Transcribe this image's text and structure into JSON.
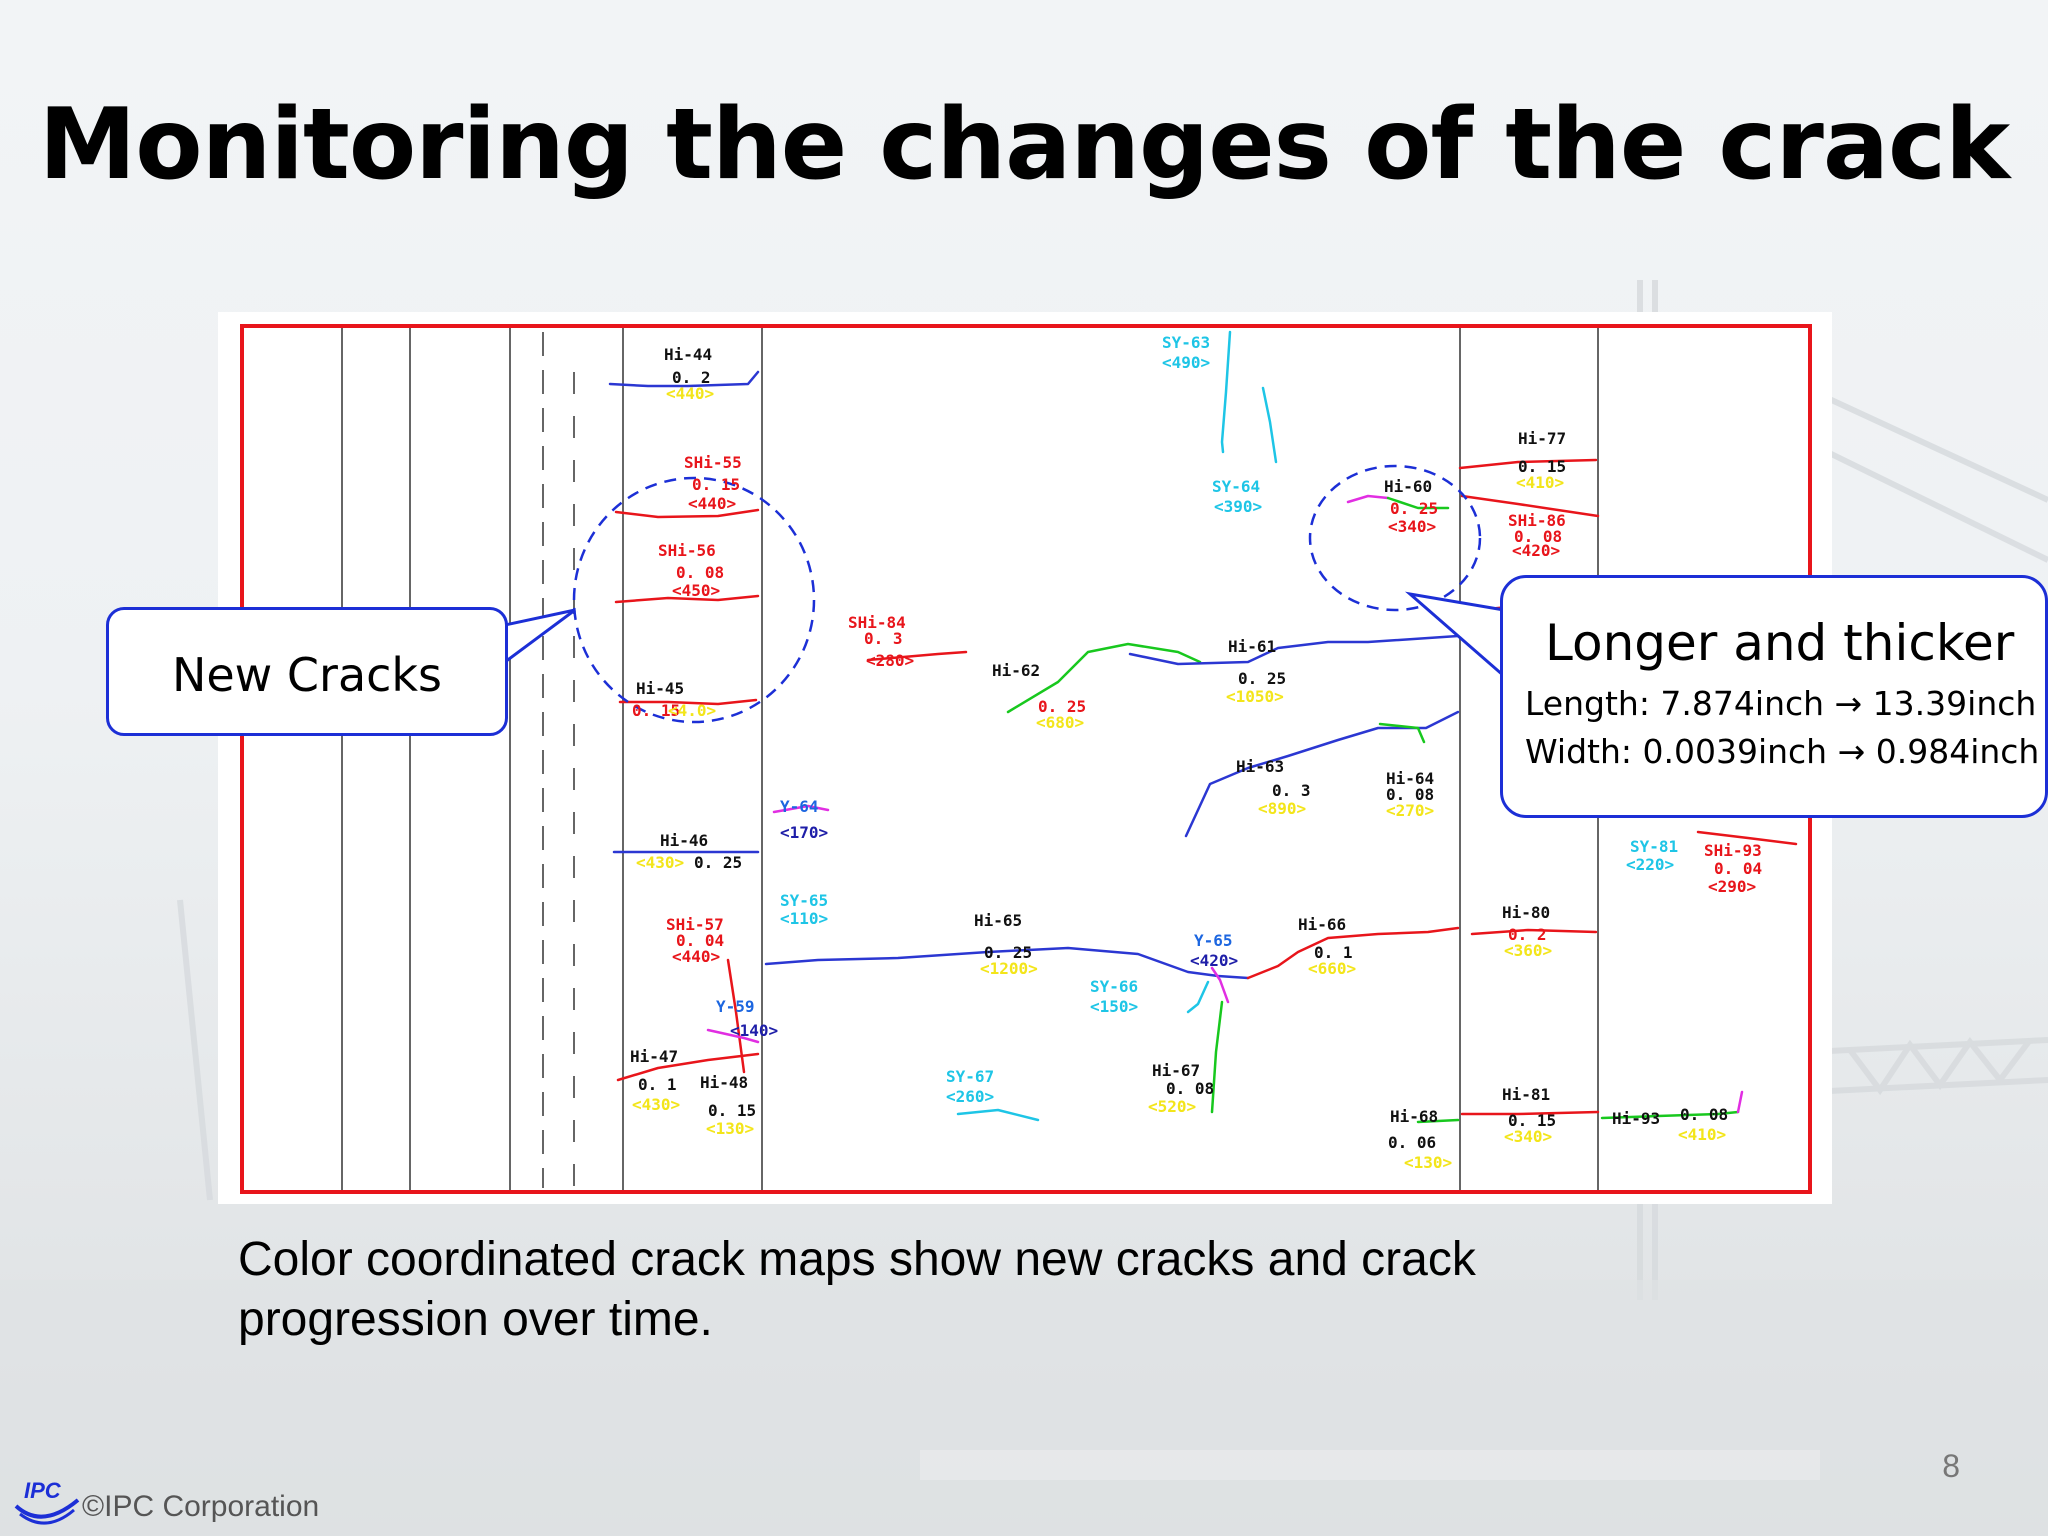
{
  "slide": {
    "title": "Monitoring the changes of the crack",
    "caption_line1": "Color coordinated crack maps show new cracks and crack",
    "caption_line2": "progression over time.",
    "page_number": "8",
    "copyright": "©IPC Corporation",
    "logo_text": "IPC"
  },
  "callouts": {
    "new_cracks": "New Cracks",
    "longer_heading": "Longer and thicker",
    "length_line": "Length: 7.874inch → 13.39inch",
    "width_line": "Width: 0.0039inch → 0.984inch"
  },
  "colors": {
    "frame": "#e8151b",
    "callout_border": "#1c2fd6",
    "crack_blue": "#2b37d2",
    "crack_red": "#e8151b",
    "crack_cyan": "#1ec5e6",
    "crack_green": "#18c81e",
    "crack_magenta": "#e12ee2",
    "label_yellow": "#f3e51a"
  },
  "crack_labels": [
    {
      "t": "Hi-44",
      "c": "k"
    },
    {
      "t": "0. 2",
      "c": "k"
    },
    {
      "t": "<440>",
      "c": "y"
    },
    {
      "t": "SHi-55",
      "c": "r"
    },
    {
      "t": "0. 15",
      "c": "r"
    },
    {
      "t": "<440>",
      "c": "r"
    },
    {
      "t": "SHi-56",
      "c": "r"
    },
    {
      "t": "0. 08",
      "c": "r"
    },
    {
      "t": "<450>",
      "c": "r"
    },
    {
      "t": "Hi-45",
      "c": "k"
    },
    {
      "t": "0. 15",
      "c": "r"
    },
    {
      "t": "<4.0>",
      "c": "y"
    },
    {
      "t": "SHi-84",
      "c": "r"
    },
    {
      "t": "0. 3",
      "c": "r"
    },
    {
      "t": "<280>",
      "c": "r"
    },
    {
      "t": "Hi-62",
      "c": "k"
    },
    {
      "t": "0. 25",
      "c": "r"
    },
    {
      "t": "<680>",
      "c": "y"
    },
    {
      "t": "SY-63",
      "c": "c"
    },
    {
      "t": "<490>",
      "c": "c"
    },
    {
      "t": "SY-64",
      "c": "c"
    },
    {
      "t": "<390>",
      "c": "c"
    },
    {
      "t": "Hi-60",
      "c": "k"
    },
    {
      "t": "0. 25",
      "c": "r"
    },
    {
      "t": "<340>",
      "c": "r"
    },
    {
      "t": "Hi-61",
      "c": "k"
    },
    {
      "t": "0. 25",
      "c": "k"
    },
    {
      "t": "<1050>",
      "c": "y"
    },
    {
      "t": "Hi-77",
      "c": "k"
    },
    {
      "t": "0. 15",
      "c": "k"
    },
    {
      "t": "<410>",
      "c": "y"
    },
    {
      "t": "SHi-86",
      "c": "r"
    },
    {
      "t": "0. 08",
      "c": "r"
    },
    {
      "t": "<420>",
      "c": "r"
    },
    {
      "t": "Hi-63",
      "c": "k"
    },
    {
      "t": "0. 3",
      "c": "k"
    },
    {
      "t": "<890>",
      "c": "y"
    },
    {
      "t": "Hi-64",
      "c": "k"
    },
    {
      "t": "0. 08",
      "c": "k"
    },
    {
      "t": "<270>",
      "c": "y"
    },
    {
      "t": "Y-64",
      "c": "b"
    },
    {
      "t": "<170>",
      "c": "bd"
    },
    {
      "t": "Hi-46",
      "c": "k"
    },
    {
      "t": "<430>",
      "c": "y"
    },
    {
      "t": "0. 25",
      "c": "k"
    },
    {
      "t": "SY-65",
      "c": "c"
    },
    {
      "t": "<110>",
      "c": "c"
    },
    {
      "t": "SHi-57",
      "c": "r"
    },
    {
      "t": "0. 04",
      "c": "r"
    },
    {
      "t": "<440>",
      "c": "r"
    },
    {
      "t": "Hi-65",
      "c": "k"
    },
    {
      "t": "0. 25",
      "c": "k"
    },
    {
      "t": "<1200>",
      "c": "y"
    },
    {
      "t": "Y-65",
      "c": "b"
    },
    {
      "t": "<420>",
      "c": "bd"
    },
    {
      "t": "SY-66",
      "c": "c"
    },
    {
      "t": "<150>",
      "c": "c"
    },
    {
      "t": "Hi-66",
      "c": "k"
    },
    {
      "t": "0. 1",
      "c": "k"
    },
    {
      "t": "<660>",
      "c": "y"
    },
    {
      "t": "Y-59",
      "c": "b"
    },
    {
      "t": "<140>",
      "c": "bd"
    },
    {
      "t": "Hi-47",
      "c": "k"
    },
    {
      "t": "0. 1",
      "c": "k"
    },
    {
      "t": "<430>",
      "c": "y"
    },
    {
      "t": "Hi-48",
      "c": "k"
    },
    {
      "t": "0. 15",
      "c": "k"
    },
    {
      "t": "<130>",
      "c": "y"
    },
    {
      "t": "SY-67",
      "c": "c"
    },
    {
      "t": "<260>",
      "c": "c"
    },
    {
      "t": "Hi-67",
      "c": "k"
    },
    {
      "t": "0. 08",
      "c": "k"
    },
    {
      "t": "<520>",
      "c": "y"
    },
    {
      "t": "Hi-68",
      "c": "k"
    },
    {
      "t": "0. 06",
      "c": "k"
    },
    {
      "t": "<130>",
      "c": "y"
    },
    {
      "t": "SY-81",
      "c": "c"
    },
    {
      "t": "<220>",
      "c": "c"
    },
    {
      "t": "SHi-93",
      "c": "r"
    },
    {
      "t": "0. 04",
      "c": "r"
    },
    {
      "t": "<290>",
      "c": "r"
    },
    {
      "t": "Hi-80",
      "c": "k"
    },
    {
      "t": "0. 2",
      "c": "r"
    },
    {
      "t": "<360>",
      "c": "y"
    },
    {
      "t": "Hi-81",
      "c": "k"
    },
    {
      "t": "0. 15",
      "c": "k"
    },
    {
      "t": "<340>",
      "c": "y"
    },
    {
      "t": "Hi-93",
      "c": "k"
    },
    {
      "t": "0. 08",
      "c": "k"
    },
    {
      "t": "<410>",
      "c": "y"
    }
  ]
}
